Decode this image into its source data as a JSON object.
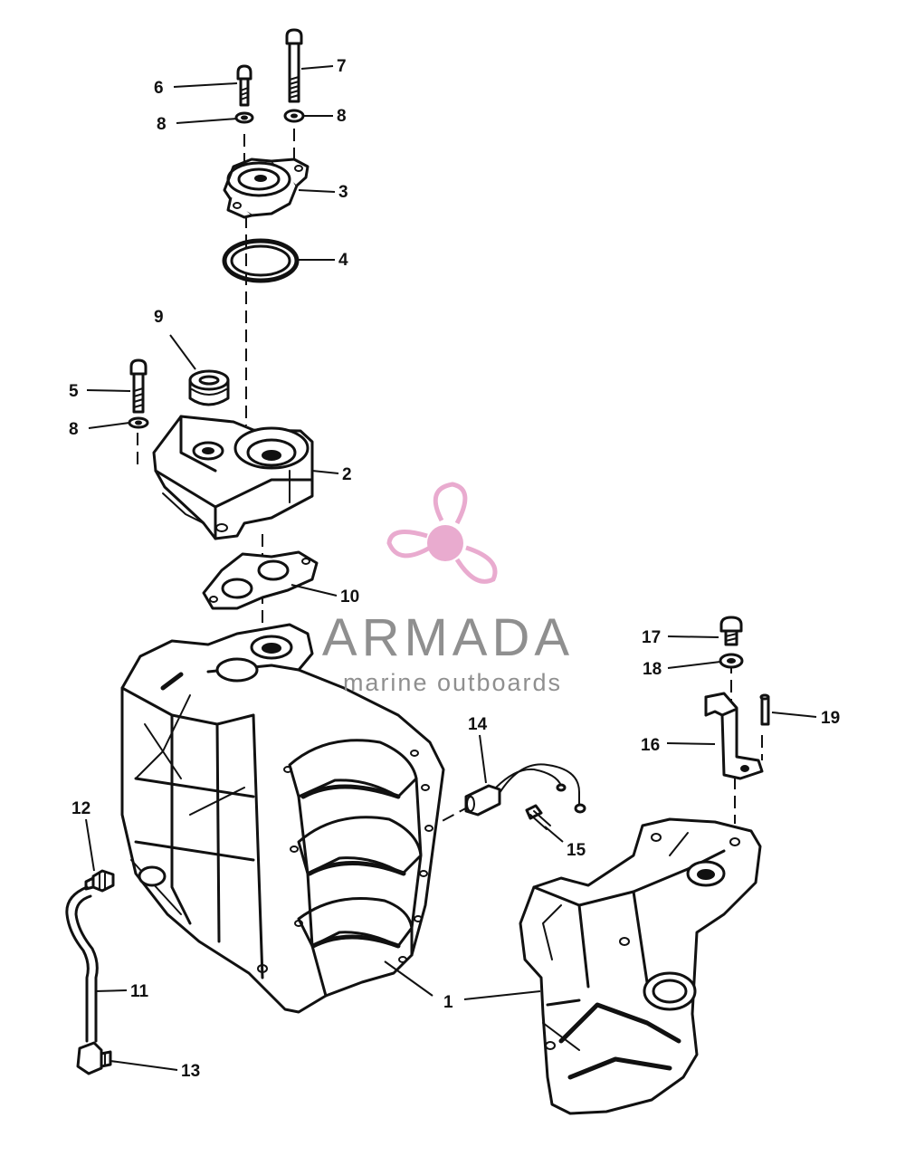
{
  "callouts": {
    "c1": "1",
    "c2": "2",
    "c3": "3",
    "c4": "4",
    "c5": "5",
    "c6": "6",
    "c7": "7",
    "c8a": "8",
    "c8b": "8",
    "c8c": "8",
    "c9": "9",
    "c10": "10",
    "c11": "11",
    "c12": "12",
    "c13": "13",
    "c14": "14",
    "c15": "15",
    "c16": "16",
    "c17": "17",
    "c18": "18",
    "c19": "19"
  },
  "watermark": {
    "brand": "ARMADA",
    "tagline": "marine outboards",
    "logo_icon": "propeller-icon",
    "text_color": "#8a8a8a",
    "logo_color": "#e8a7cd"
  }
}
